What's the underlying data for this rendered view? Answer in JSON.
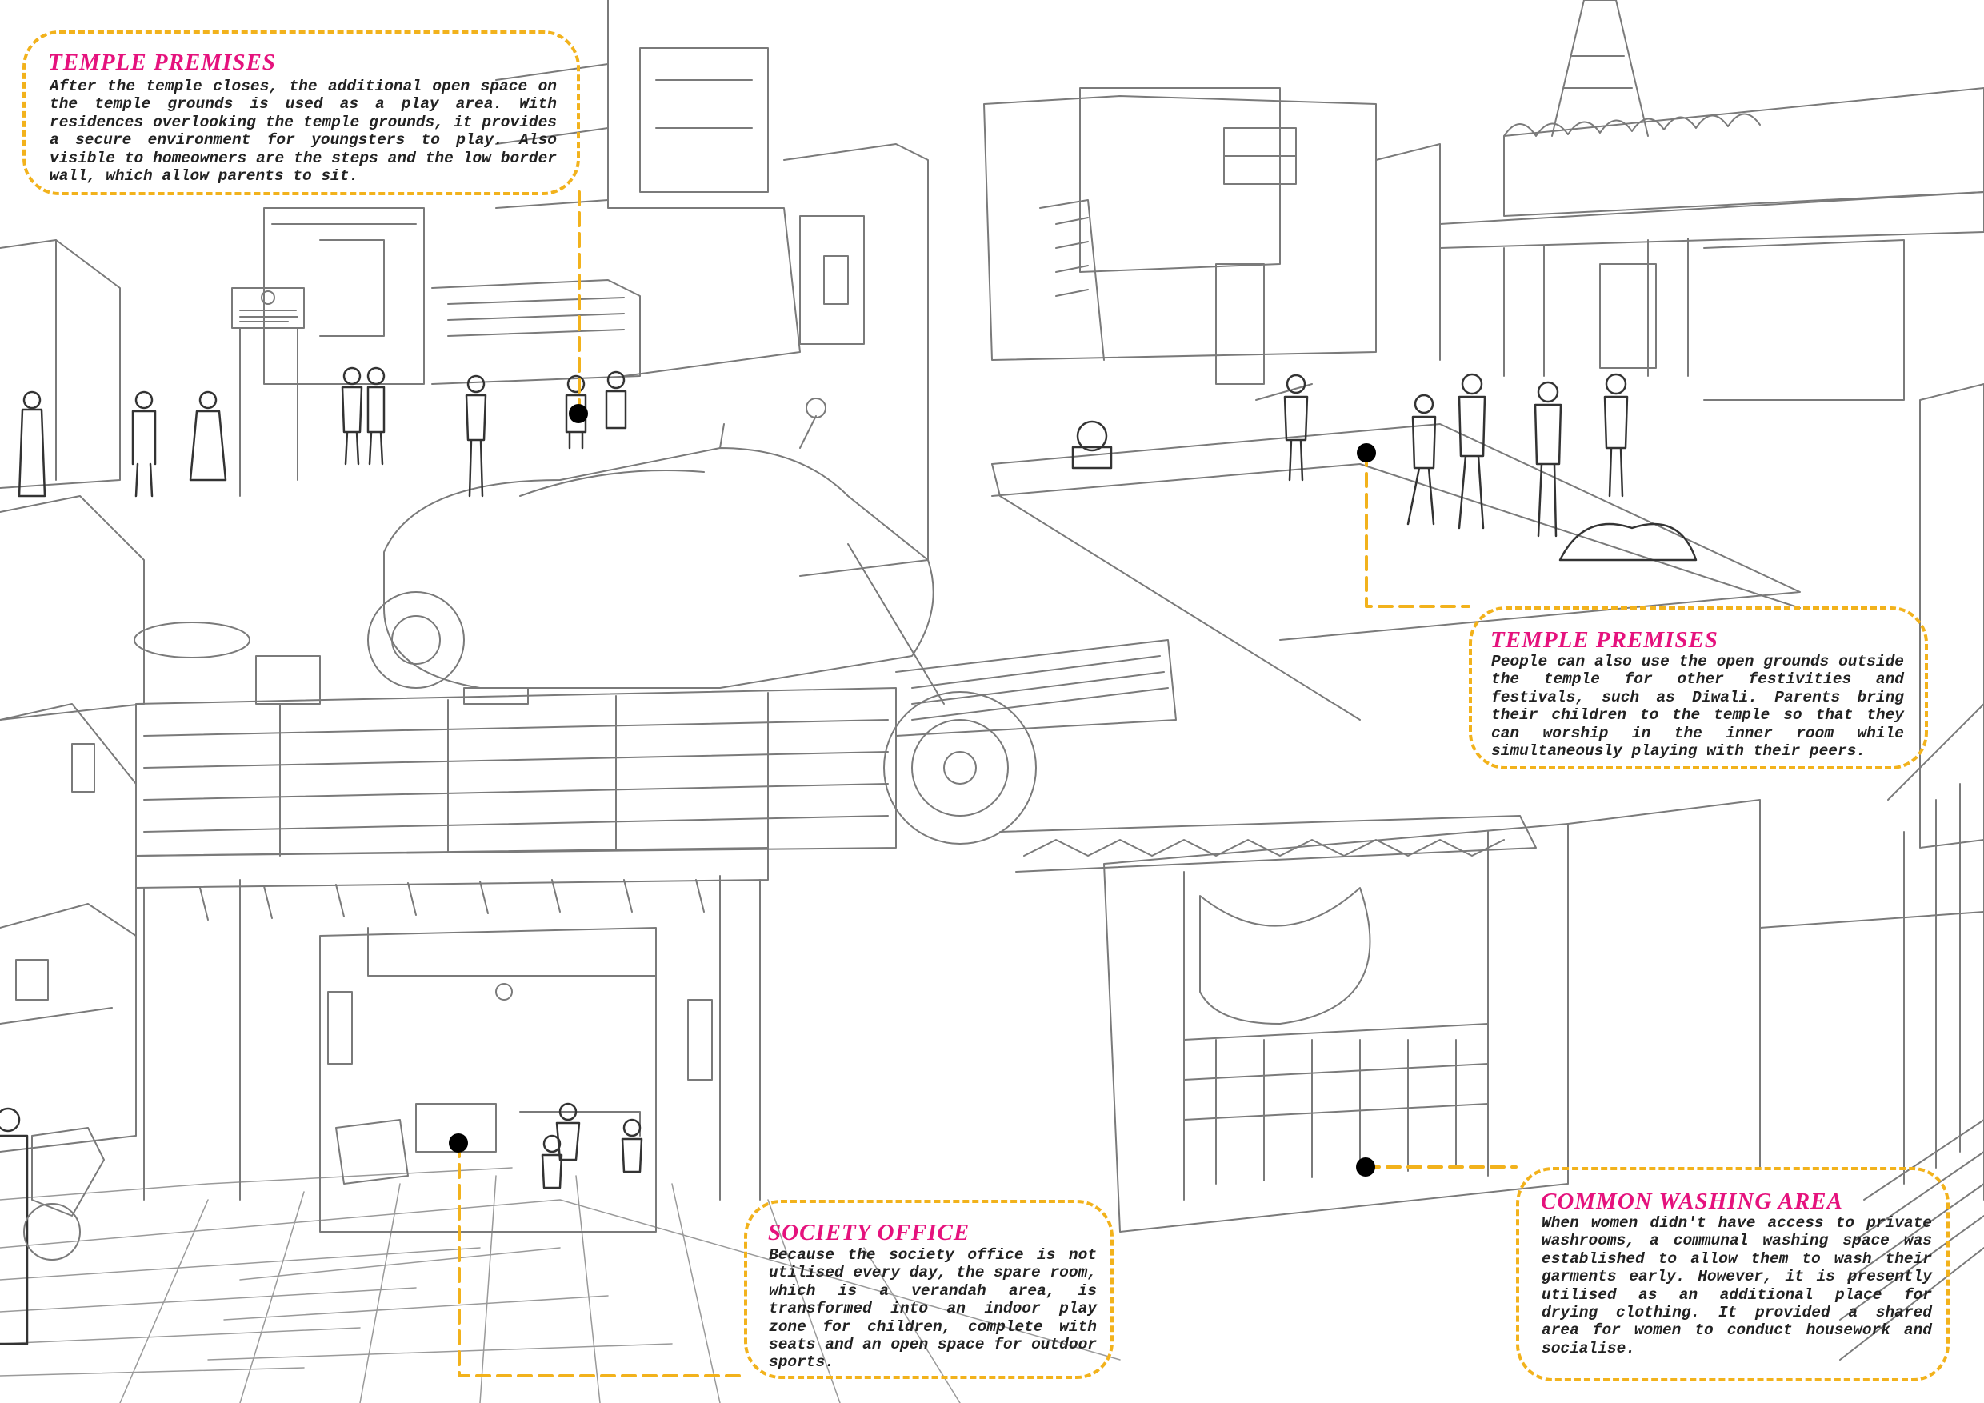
{
  "colors": {
    "title": "#e5127d",
    "callout_border": "#f2b21c",
    "body_text": "#222222",
    "linework": "#7a7a7a",
    "marker": "#000000"
  },
  "callouts": [
    {
      "id": "temple-premises-1",
      "title": "TEMPLE PREMISES",
      "body": "After the temple closes, the additional open space on the temple grounds is used as a play area. With residences overlooking the temple grounds, it provides a secure environment for youngsters to play. Also visible to homeowners are the steps and the low border wall, which allow parents to sit."
    },
    {
      "id": "temple-premises-2",
      "title": "TEMPLE PREMISES",
      "body": "People can also use the open grounds outside the temple for other festivities and festivals, such as Diwali. Parents bring their children to the temple so that they can worship in the inner room while simultaneously playing with their peers."
    },
    {
      "id": "society-office",
      "title": "SOCIETY OFFICE",
      "body": "Because the society office is not utilised every day, the spare room, which is a verandah area, is transformed into an indoor play zone for children, complete with seats and an open space for outdoor sports."
    },
    {
      "id": "common-washing-area",
      "title": "COMMON WASHING AREA",
      "body": "When women didn't have access to private washrooms, a communal washing space was established to allow them to wash their garments early. However, it is presently utilised as an additional place for drying clothing. It provided a shared area for women to conduct housework and socialise."
    }
  ]
}
